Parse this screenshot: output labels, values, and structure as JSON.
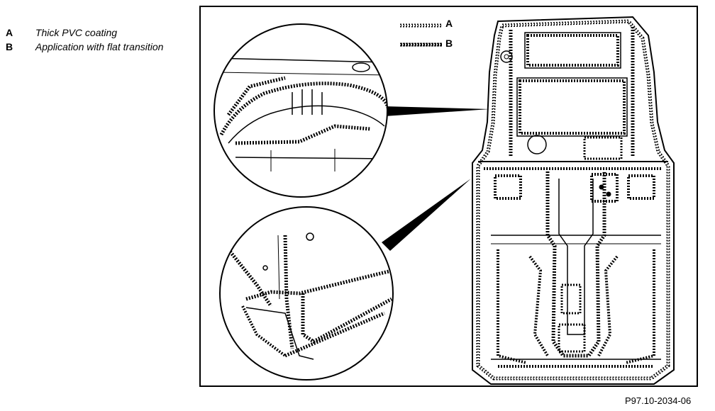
{
  "legend": {
    "a_key": "A",
    "a_text": "Thick PVC coating",
    "b_key": "B",
    "b_text": "Application with flat transition"
  },
  "figure": {
    "callout_a": "A",
    "callout_b": "B",
    "reference_code": "P97.10-2034-06"
  },
  "colors": {
    "line": "#000000",
    "background": "#ffffff"
  }
}
